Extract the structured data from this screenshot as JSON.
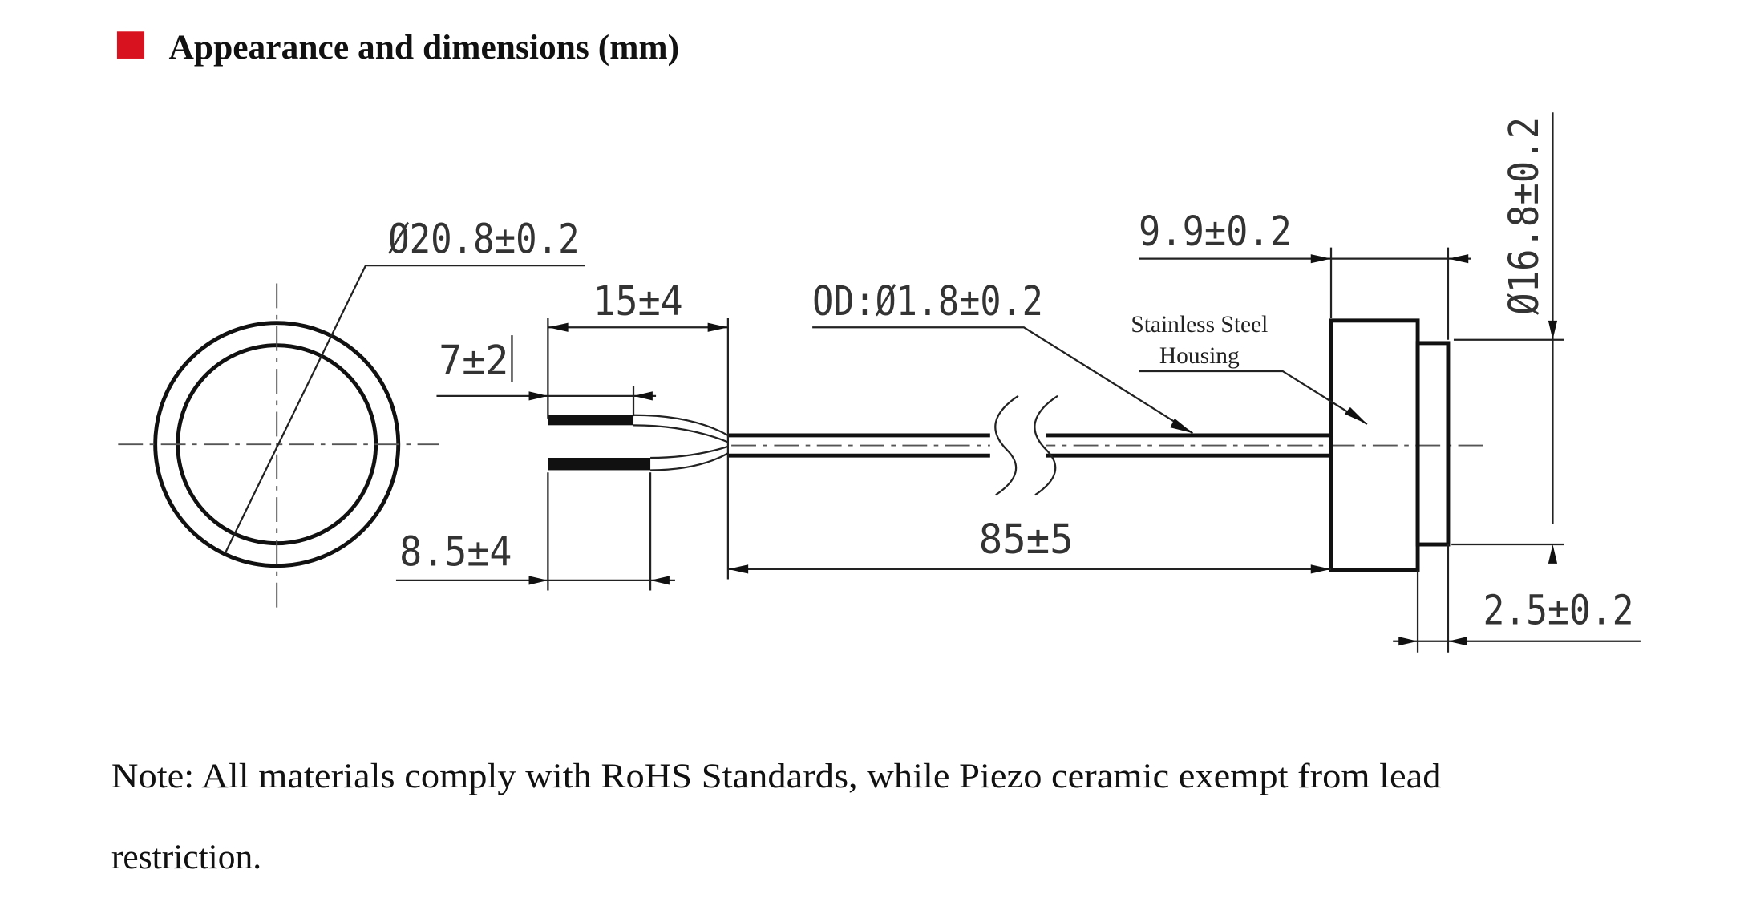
{
  "heading": {
    "title": "Appearance and dimensions (mm)",
    "marker_color": "#d9121f"
  },
  "drawing": {
    "dimensions": {
      "front_diameter": "Ø20.8±0.2",
      "strip_length": "15±4",
      "inner_strip": "7±2",
      "lead_offset": "8.5±4",
      "cable_od": "OD:Ø1.8±0.2",
      "cable_length": "85±5",
      "housing_length": "9.9±0.2",
      "housing_diameter": "Ø16.8±0.2",
      "step_length": "2.5±0.2"
    },
    "labels": {
      "housing_line1": "Stainless Steel",
      "housing_line2": "Housing"
    }
  },
  "note": {
    "line1": "Note: All materials comply with RoHS Standards, while Piezo ceramic exempt from lead",
    "line2": "restriction."
  }
}
